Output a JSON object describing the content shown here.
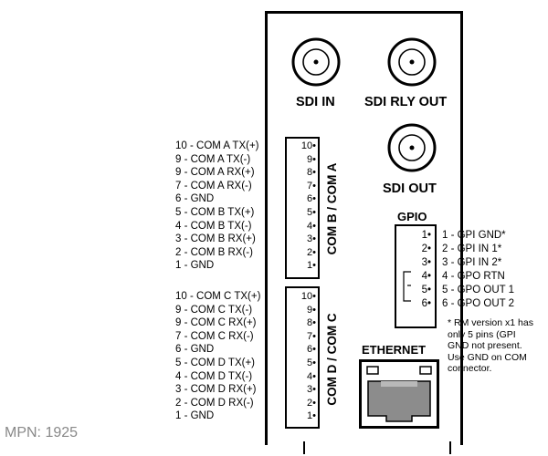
{
  "bnc": {
    "sdi_in": "SDI IN",
    "sdi_rly_out": "SDI RLY OUT",
    "sdi_out": "SDI OUT"
  },
  "com_ab": {
    "label": "COM B / COM A",
    "pins": [
      "10 - COM A TX(+)",
      "9 - COM A TX(-)",
      "9 - COM A RX(+)",
      "7 - COM A RX(-)",
      "6 - GND",
      "5 - COM B TX(+)",
      "4 - COM B TX(-)",
      "3 - COM B RX(+)",
      "2 - COM B RX(-)",
      "1 - GND"
    ],
    "numbers": [
      "10•",
      "9•",
      "8•",
      "7•",
      "6•",
      "5•",
      "4•",
      "3•",
      "2•",
      "1•"
    ]
  },
  "com_cd": {
    "label": "COM D / COM C",
    "pins": [
      "10 - COM C TX(+)",
      "9 - COM C TX(-)",
      "9 - COM C RX(+)",
      "7 - COM C RX(-)",
      "6 - GND",
      "5 - COM D TX(+)",
      "4 - COM D TX(-)",
      "3 - COM D RX(+)",
      "2 - COM D RX(-)",
      "1 - GND"
    ],
    "numbers": [
      "10•",
      "9•",
      "8•",
      "7•",
      "6•",
      "5•",
      "4•",
      "3•",
      "2•",
      "1•"
    ]
  },
  "gpio": {
    "title": "GPIO",
    "numbers": [
      "1•",
      "2•",
      "3•",
      "4•",
      "5•",
      "6•"
    ],
    "pins": [
      "1 - GPI GND*",
      "2 - GPI IN 1*",
      "3 - GPI IN 2*",
      "4 - GPO RTN",
      "5 - GPO OUT 1",
      "6 - GPO OUT 2"
    ],
    "note": "* RM version x1 has only 5 pins (GPI GND not present. Use GND on COM connector."
  },
  "ethernet": {
    "title": "ETHERNET"
  },
  "mpn": "MPN: 1925"
}
